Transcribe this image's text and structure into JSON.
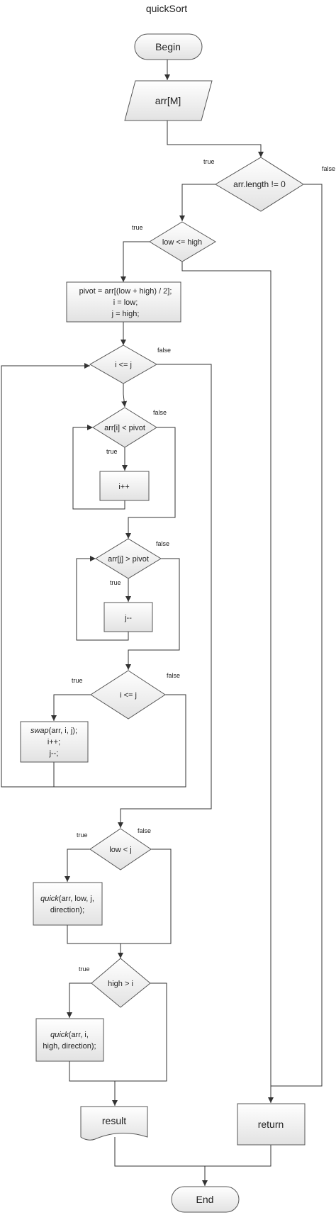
{
  "title": "quickSort",
  "nodes": {
    "begin": "Begin",
    "input": "arr[M]",
    "cond_length": "arr.length != 0",
    "cond_low_high": "low <= high",
    "init": {
      "line1": "pivot = arr[(low + high) / 2];",
      "line2": "i = low;",
      "line3": "j = high;"
    },
    "cond_outer_loop": "i <= j",
    "cond_i_pivot": "arr[i] < pivot",
    "inc_i": "i++",
    "cond_j_pivot": "arr[j] > pivot",
    "dec_j": "j--",
    "cond_swap": "i <= j",
    "swap": {
      "fn": "swap",
      "args": "(arr, i, j);",
      "line2": "i++;",
      "line3": "j--;"
    },
    "cond_low_j": "low < j",
    "call_left": {
      "fn": "quick",
      "args": "(arr, low, j,",
      "line2": "direction);"
    },
    "cond_high_i": "high > i",
    "call_right": {
      "fn": "quick",
      "args": "(arr, i,",
      "line2": "high, direction);"
    },
    "result": "result",
    "return": "return",
    "end": "End"
  },
  "labels": {
    "true": "true",
    "false": "false"
  }
}
